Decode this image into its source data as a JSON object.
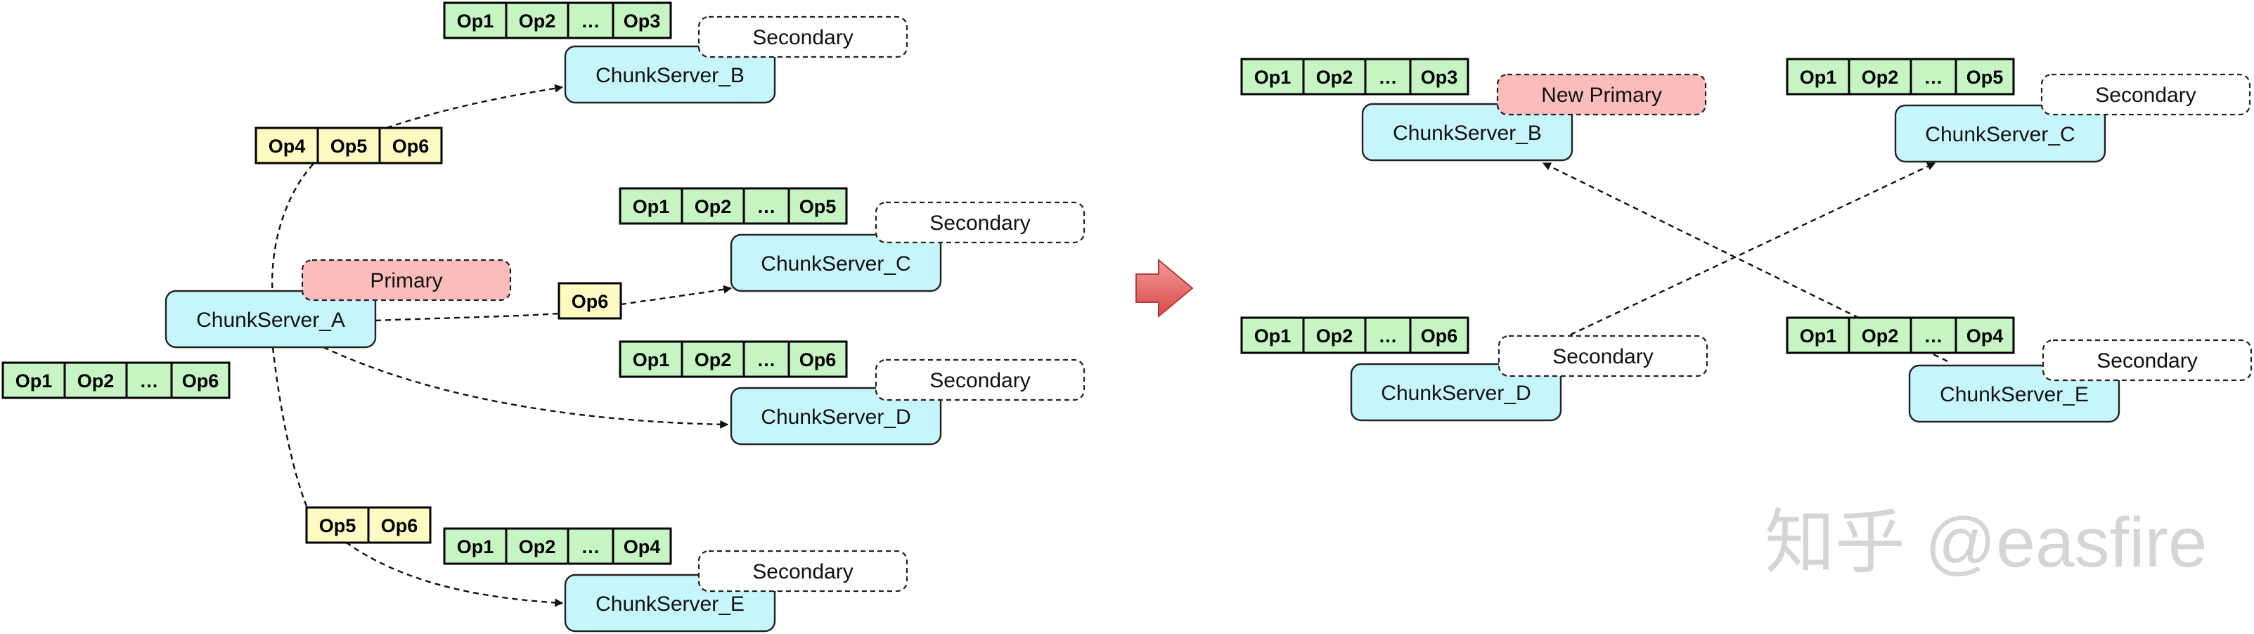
{
  "colors": {
    "server_fill": "#c6f6fb",
    "log_committed": "#c6f5c3",
    "log_pending": "#fbfbc2",
    "primary_fill": "#fbbcbc",
    "arrow_fill": "#e05a5a",
    "watermark": "#c8c8c8"
  },
  "before": {
    "servers": {
      "a": {
        "name": "ChunkServer_A",
        "role": "Primary",
        "log": [
          "Op1",
          "Op2",
          "…",
          "Op6"
        ]
      },
      "b": {
        "name": "ChunkServer_B",
        "role": "Secondary",
        "log": [
          "Op1",
          "Op2",
          "…",
          "Op3"
        ]
      },
      "c": {
        "name": "ChunkServer_C",
        "role": "Secondary",
        "log": [
          "Op1",
          "Op2",
          "…",
          "Op5"
        ]
      },
      "d": {
        "name": "ChunkServer_D",
        "role": "Secondary",
        "log": [
          "Op1",
          "Op2",
          "…",
          "Op6"
        ]
      },
      "e": {
        "name": "ChunkServer_E",
        "role": "Secondary",
        "log": [
          "Op1",
          "Op2",
          "…",
          "Op4"
        ]
      }
    },
    "in_flight": {
      "to_b": [
        "Op4",
        "Op5",
        "Op6"
      ],
      "to_c": [
        "Op6"
      ],
      "to_e": [
        "Op5",
        "Op6"
      ]
    }
  },
  "transition_arrow": "right-arrow",
  "after": {
    "servers": {
      "b": {
        "name": "ChunkServer_B",
        "role": "New Primary",
        "log": [
          "Op1",
          "Op2",
          "…",
          "Op3"
        ]
      },
      "c": {
        "name": "ChunkServer_C",
        "role": "Secondary",
        "log": [
          "Op1",
          "Op2",
          "…",
          "Op5"
        ]
      },
      "d": {
        "name": "ChunkServer_D",
        "role": "Secondary",
        "log": [
          "Op1",
          "Op2",
          "…",
          "Op6"
        ]
      },
      "e": {
        "name": "ChunkServer_E",
        "role": "Secondary",
        "log": [
          "Op1",
          "Op2",
          "…",
          "Op4"
        ]
      }
    }
  },
  "watermark": "知乎 @easfire"
}
